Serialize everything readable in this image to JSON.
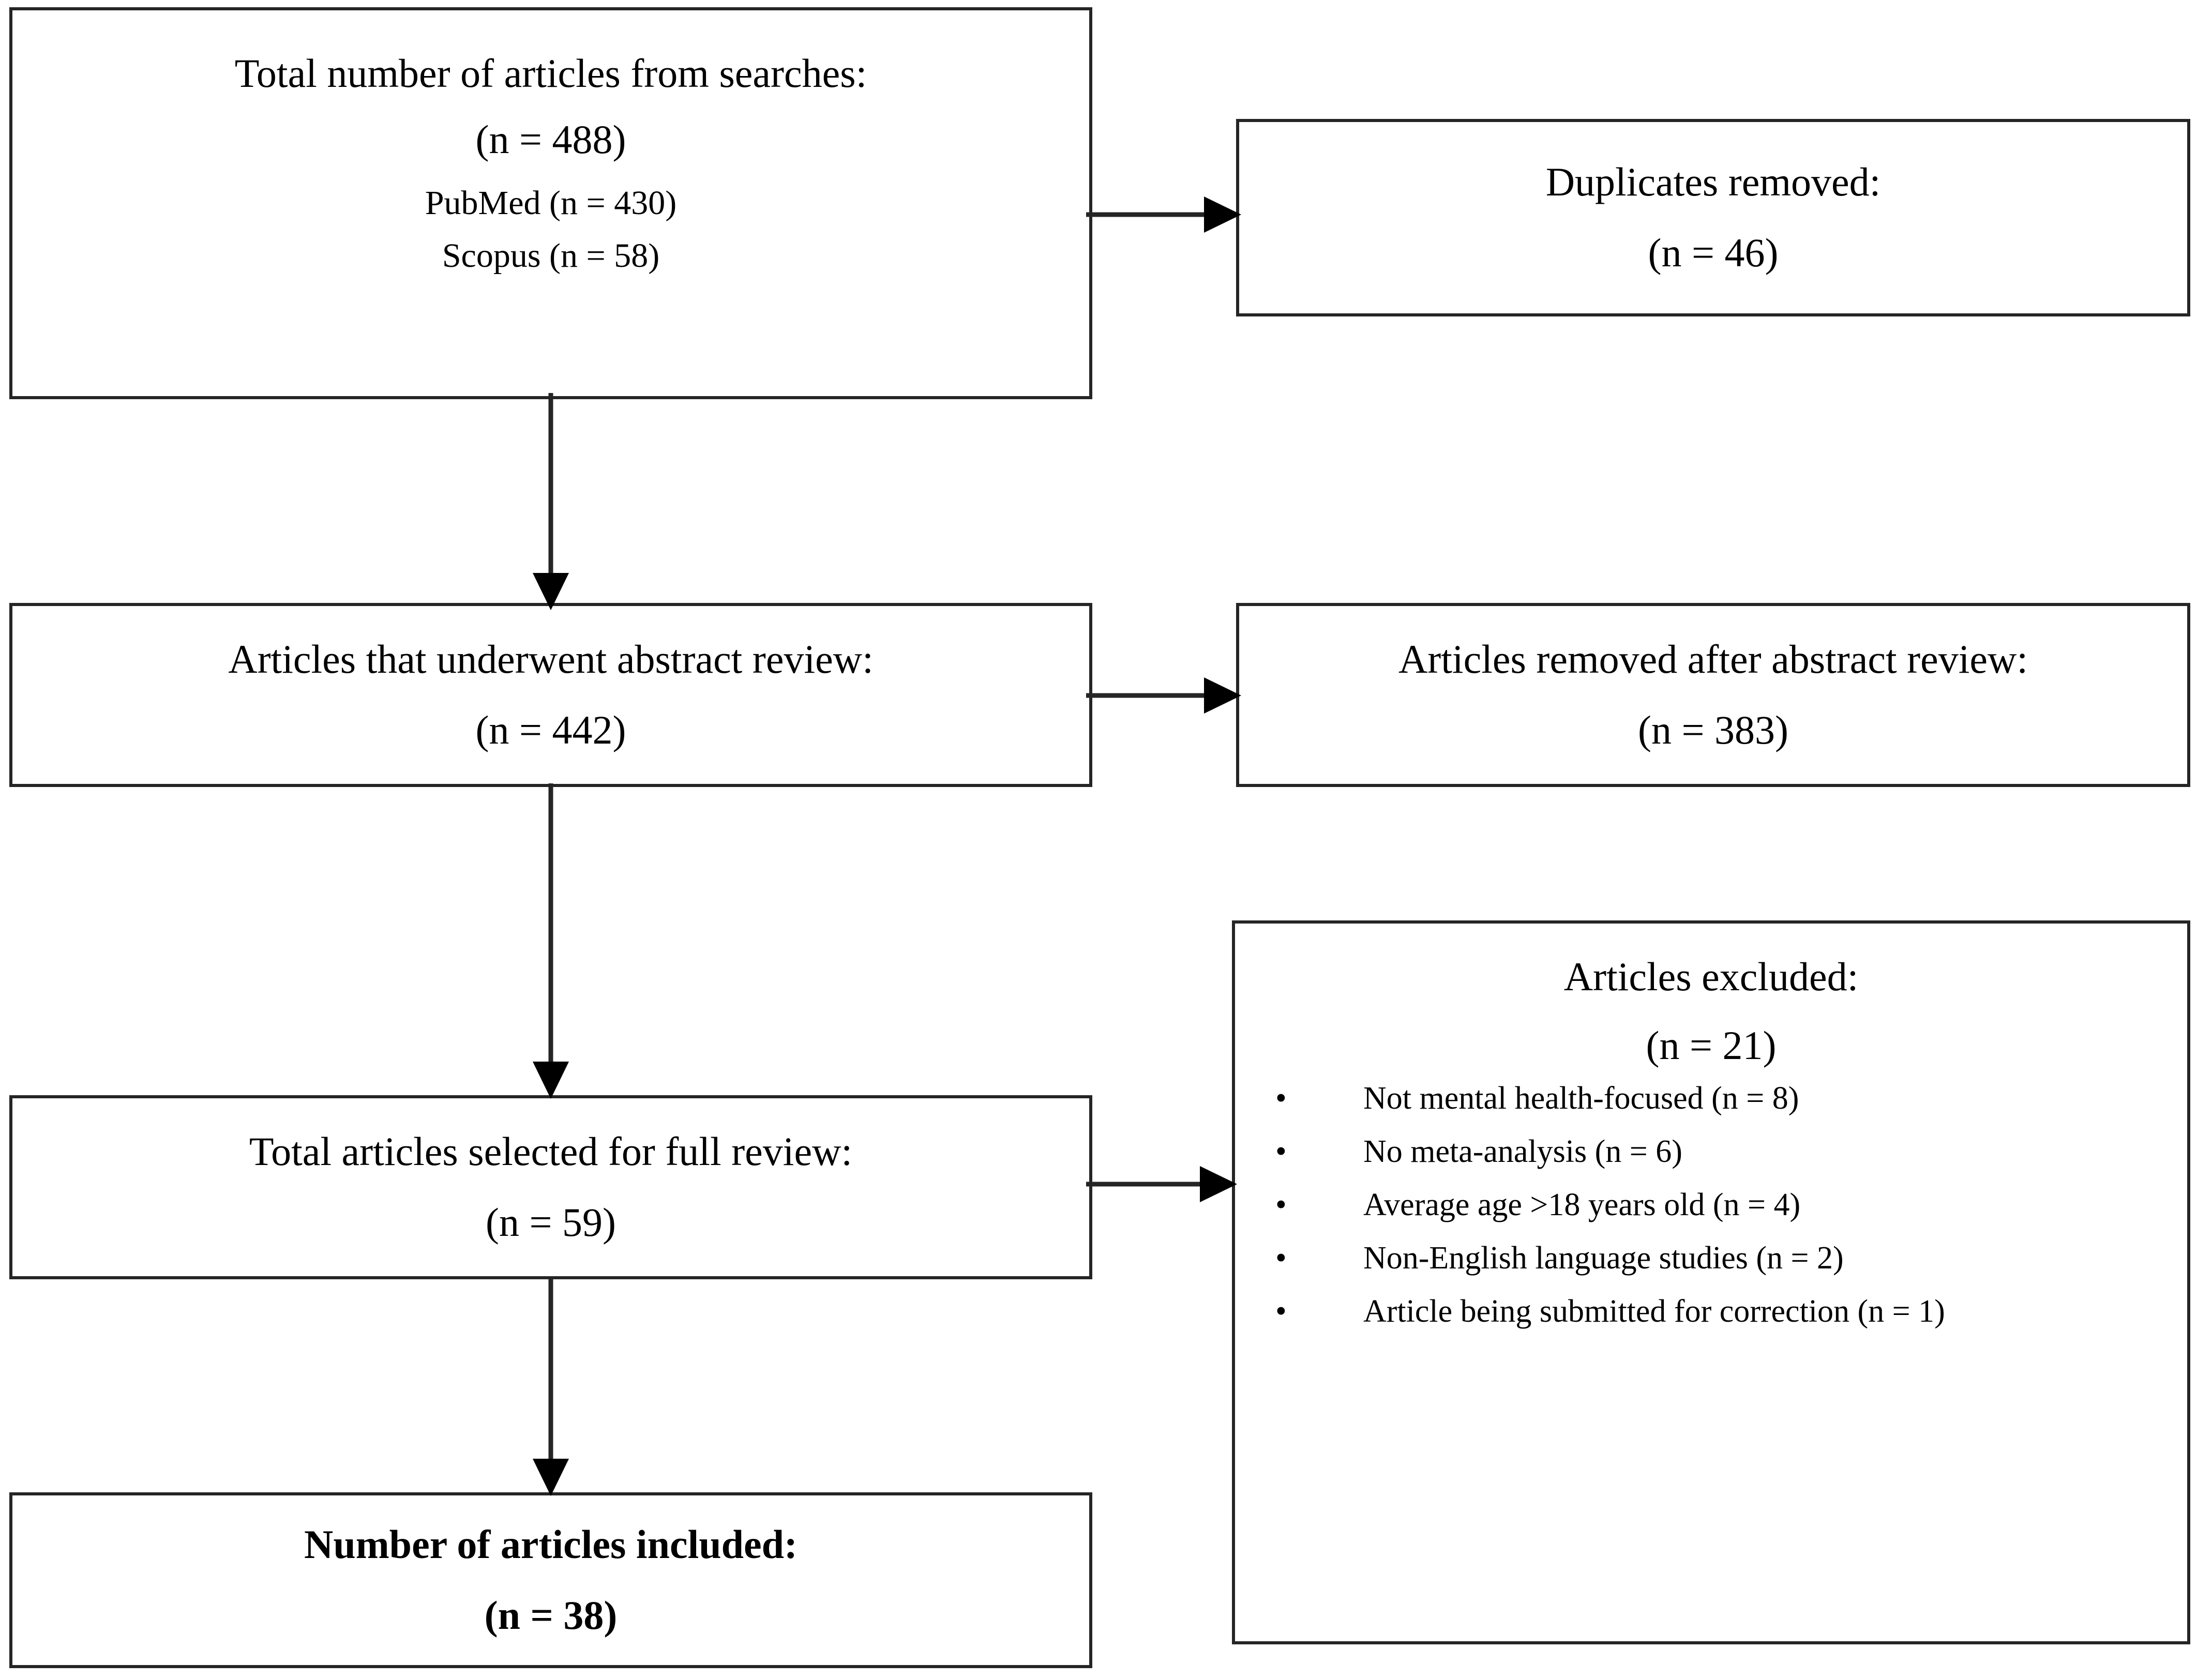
{
  "diagram": {
    "type": "prisma-flow-diagram",
    "stroke_color": "#252525",
    "background_color": "#ffffff"
  },
  "boxes": {
    "searches": {
      "title": "Total number of articles from searches:",
      "count": "(n = 488)",
      "source_1": "PubMed (n = 430)",
      "source_2": "Scopus  (n = 58)"
    },
    "duplicates": {
      "title": "Duplicates removed:",
      "count": "(n = 46)"
    },
    "abstract_review": {
      "title": "Articles that underwent abstract review:",
      "count": "(n = 442)"
    },
    "removed_abstract": {
      "title": "Articles removed after abstract review:",
      "count": "(n = 383)"
    },
    "full_review": {
      "title": "Total articles selected for full review:",
      "count": "(n = 59)"
    },
    "excluded": {
      "title": "Articles excluded:",
      "count": "(n = 21)",
      "bullet_marker": "•",
      "reasons": [
        "Not mental health-focused (n = 8)",
        "No meta-analysis (n = 6)",
        "Average age >18 years old (n = 4)",
        "Non-English language studies (n = 2)",
        "Article being submitted for correction (n = 1)"
      ]
    },
    "included": {
      "title": "Number of articles included:",
      "count": "(n = 38)"
    }
  },
  "connectors": [
    {
      "name": "searches-to-duplicates",
      "direction": "right"
    },
    {
      "name": "searches-to-abstract-review",
      "direction": "down"
    },
    {
      "name": "abstract-review-to-removed",
      "direction": "right"
    },
    {
      "name": "abstract-review-to-full-review",
      "direction": "down"
    },
    {
      "name": "full-review-to-excluded",
      "direction": "right"
    },
    {
      "name": "full-review-to-included",
      "direction": "down"
    }
  ]
}
